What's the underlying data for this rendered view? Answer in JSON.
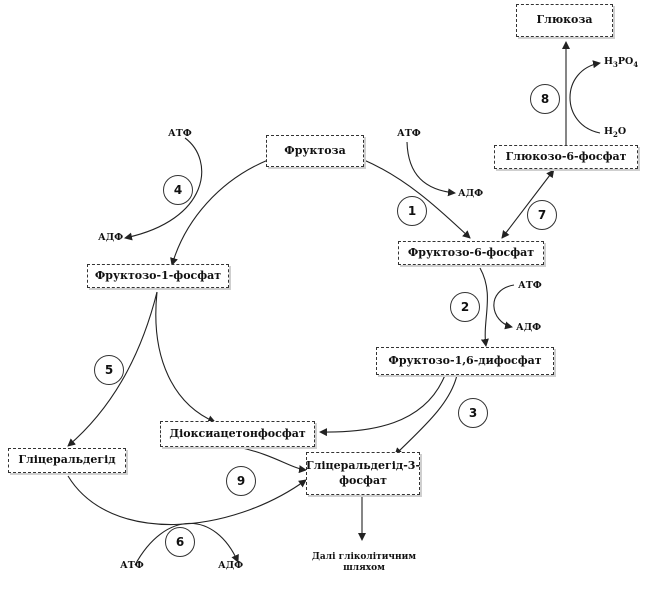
{
  "nodes": {
    "glucose": "Глюкоза",
    "fructose": "Фруктоза",
    "glucose_6p": "Глюкозо-6-фосфат",
    "fructose_6p": "Фруктозо-6-фосфат",
    "fructose_1p": "Фруктозо-1-фосфат",
    "fructose_16dp": "Фруктозо-1,6-дифосфат",
    "dhap": "Діоксиацетонфосфат",
    "glyceraldehyde": "Гліцеральдегід",
    "g3p": "Гліцеральдегід-3-фосфат"
  },
  "cofactors": {
    "atp": "АТФ",
    "adp": "АДФ",
    "h3po4": "H3PO4",
    "h2o": "H2O"
  },
  "steps": [
    "1",
    "2",
    "3",
    "4",
    "5",
    "6",
    "7",
    "8",
    "9"
  ],
  "bottom_note": "Далі гліколітичним шляхом"
}
